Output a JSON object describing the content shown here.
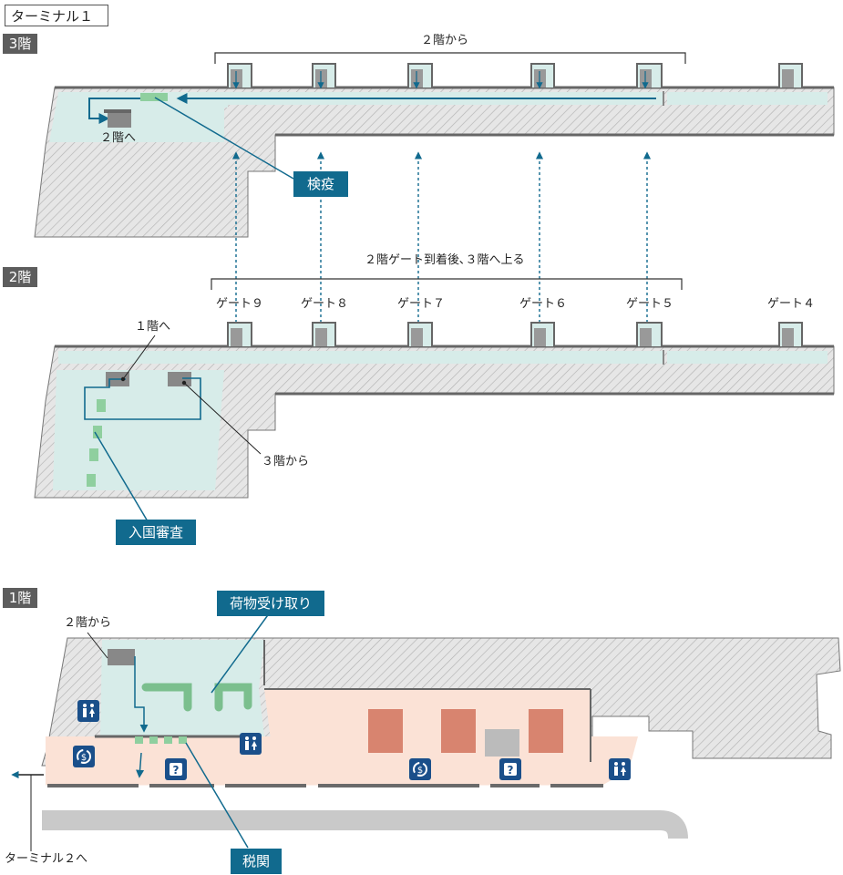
{
  "terminal_label": "ターミナル１",
  "floors": {
    "f3": "3階",
    "f2": "2階",
    "f1": "1階"
  },
  "floor3": {
    "from_2f": "２階から",
    "to_2f": "２階へ",
    "quarantine": "検疫"
  },
  "floor2": {
    "note": "２階ゲート到着後､３階へ上る",
    "gates": [
      "ゲート９",
      "ゲート８",
      "ゲート７",
      "ゲート６",
      "ゲート５",
      "ゲート４"
    ],
    "to_1f": "１階へ",
    "from_3f": "３階から",
    "immigration": "入国審査"
  },
  "floor1": {
    "from_2f": "２階から",
    "baggage": "荷物受け取り",
    "customs": "税関",
    "to_t2": "ターミナル２へ"
  },
  "colors": {
    "accent": "#116a8e",
    "mint": "#d7ece9",
    "salmon": "#fbe2d6",
    "wall": "#6a6a6a",
    "icon": "#1a4f8a"
  },
  "icons": [
    "restroom-icon",
    "currency-exchange-icon",
    "information-icon"
  ]
}
